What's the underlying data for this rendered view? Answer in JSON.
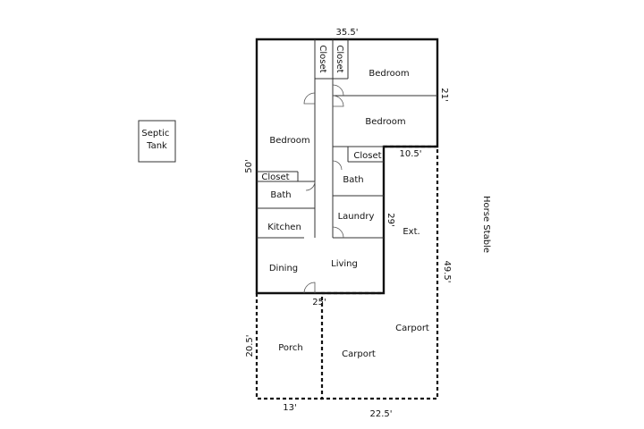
{
  "rooms": {
    "bedroom_top": "Bedroom",
    "bedroom_mid": "Bedroom",
    "bedroom_left": "Bedroom",
    "closet_v1": "Closet",
    "closet_v2": "Closet",
    "closet_right": "Closet",
    "closet_left": "Closet",
    "bath_left": "Bath",
    "bath_right": "Bath",
    "kitchen": "Kitchen",
    "laundry": "Laundry",
    "dining": "Dining",
    "living": "Living",
    "porch": "Porch",
    "carport_left": "Carport",
    "carport_right": "Carport",
    "ext": "Ext."
  },
  "outbuildings": {
    "septic_tank": "Septic\nTank",
    "horse_stable": "Horse Stable"
  },
  "dimensions": {
    "top_width": "35.5'",
    "left_height": "50'",
    "bedroom_right_height": "21'",
    "ext_width": "10.5'",
    "ext_height": "29'",
    "right_total": "49.5'",
    "mid_width": "25'",
    "porch_height": "20.5'",
    "porch_width": "13'",
    "carport_width": "22.5'"
  }
}
